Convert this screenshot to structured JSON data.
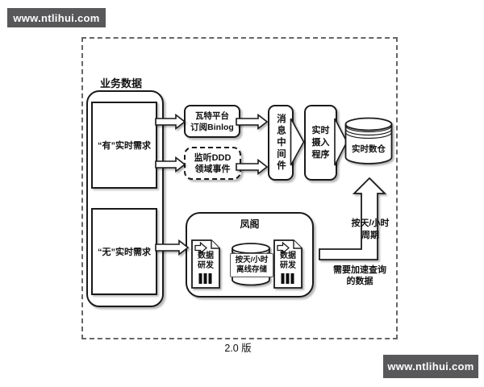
{
  "watermarks": {
    "top": "www.ntlihui.com",
    "bottom": "www.ntlihui.com"
  },
  "page": {
    "version_label": "2.0 版"
  },
  "colors": {
    "watermark_bg": "#58585a",
    "line": "#1a1a1a",
    "background": "#ffffff"
  },
  "diagram": {
    "business": {
      "label": "业务数据",
      "box_has": "“有”实时需求",
      "box_none": "“无”实时需求"
    },
    "realtime": {
      "watt": {
        "line1": "瓦特平台",
        "line2": "订阅Binlog"
      },
      "ddd": {
        "line1": "监听DDD",
        "line2": "领域事件"
      },
      "mq": {
        "label": "消息中间件"
      },
      "ingest": {
        "line1": "实时",
        "line2": "摄入",
        "line3": "程序"
      },
      "warehouse": {
        "label": "实时数仓"
      }
    },
    "offline": {
      "title": "凤阁",
      "dev_left": {
        "line1": "数据",
        "line2": "研发"
      },
      "storage": {
        "line1": "按天/小时",
        "line2": "离线存储"
      },
      "dev_right": {
        "line1": "数据",
        "line2": "研发"
      }
    },
    "upflow": {
      "cycle": {
        "line1": "按天/小时",
        "line2": "周期"
      },
      "note": {
        "line1": "需要加速查询",
        "line2": "的数据"
      }
    }
  }
}
